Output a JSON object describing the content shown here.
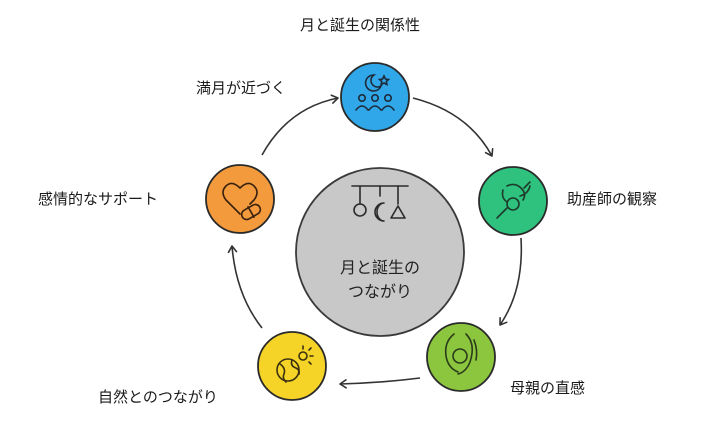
{
  "title": "月と誕生の関係性",
  "center": {
    "line1": "月と誕生の",
    "line2": "つながり"
  },
  "nodes": [
    {
      "id": "full-moon",
      "label": "満月が近づく",
      "color": "#2fa7e8",
      "icon": "moon-people-icon"
    },
    {
      "id": "midwife",
      "label": "助産師の観察",
      "color": "#2ec27e",
      "icon": "hand-observation-icon"
    },
    {
      "id": "mother",
      "label": "母親の直感",
      "color": "#8cc63f",
      "icon": "pregnant-icon"
    },
    {
      "id": "nature",
      "label": "自然とのつながり",
      "color": "#f5d327",
      "icon": "globe-sun-icon"
    },
    {
      "id": "support",
      "label": "感情的なサポート",
      "color": "#f39a3c",
      "icon": "heart-pill-icon"
    }
  ],
  "center_color": "#c8c8c8",
  "arrow_color": "#333333"
}
